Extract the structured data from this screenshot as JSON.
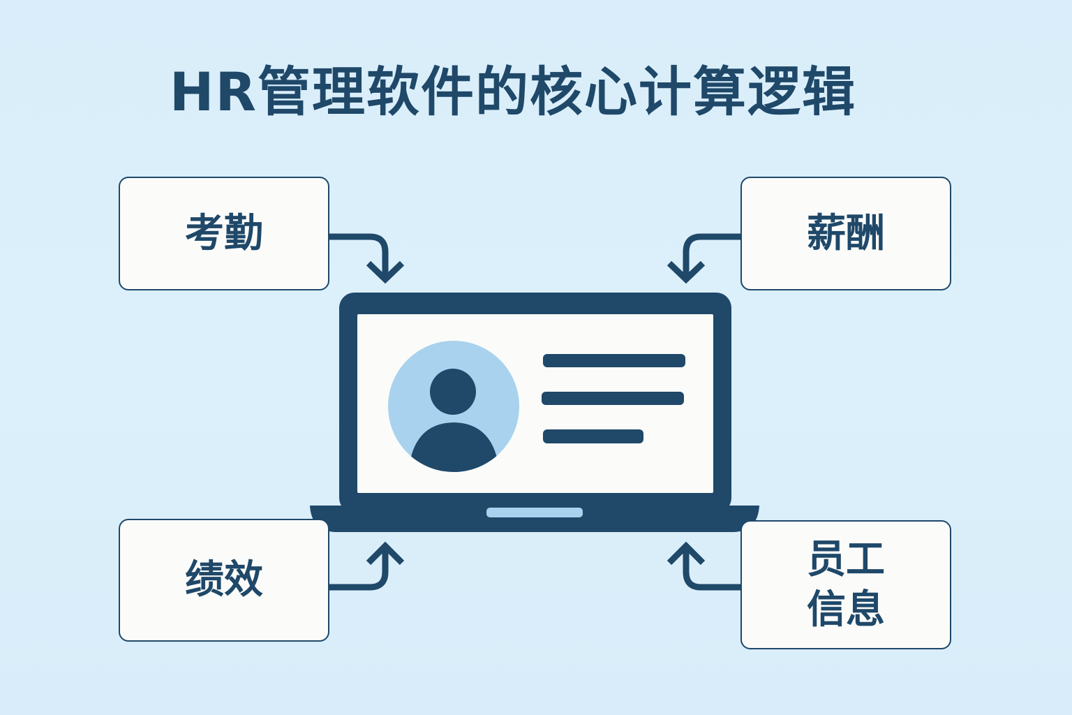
{
  "title": "HR管理软件的核心计算逻辑",
  "colors": {
    "background": "#dbeffa",
    "primary_dark": "#1f4869",
    "accent_light": "#a9d2ee",
    "box_fill": "#fbfcfa",
    "screen_fill": "#fbfcf9"
  },
  "nodes": {
    "attendance": {
      "label": "考勤",
      "position": "top-left",
      "arrow_direction": "into-laptop"
    },
    "salary": {
      "label": "薪酬",
      "position": "top-right",
      "arrow_direction": "into-laptop"
    },
    "performance": {
      "label": "绩效",
      "position": "bottom-left",
      "arrow_direction": "into-laptop"
    },
    "employee_info": {
      "label": "员工\n信息",
      "position": "bottom-right",
      "arrow_direction": "into-laptop"
    }
  },
  "center": {
    "device": "laptop-icon",
    "screen_content": {
      "avatar": "user-avatar-icon",
      "text_lines": 3
    }
  }
}
